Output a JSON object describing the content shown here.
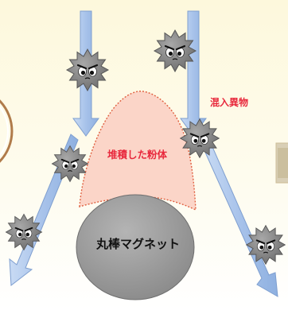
{
  "labels": {
    "foreign_matter": "混入異物",
    "accumulated_powder": "堆積した粉体",
    "rod_magnet": "丸棒マグネット"
  },
  "colors": {
    "background_top": "#fdf8dc",
    "background_bottom": "#ffffff",
    "arrow_fill": "#a9c4ea",
    "arrow_stroke": "#7f9fd0",
    "powder_fill": "#fbd5c8",
    "powder_outline": "#e06040",
    "magnet_fill": "#9a9a9a",
    "label_red": "#e8283c",
    "germ_fill": "#8c8c8c"
  },
  "icons": [
    "contaminant-germ-icon",
    "downward-arrow-icon"
  ]
}
